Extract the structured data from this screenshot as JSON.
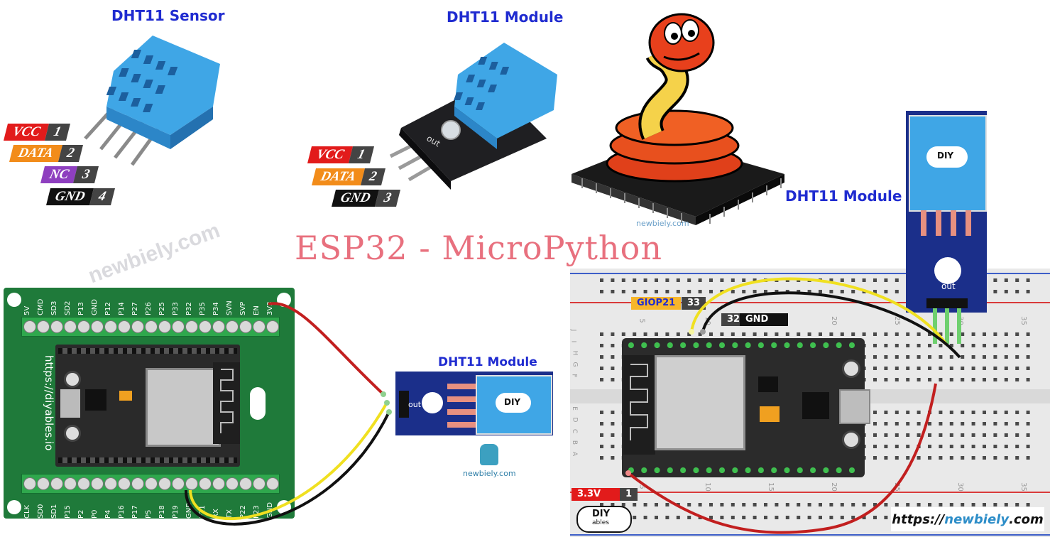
{
  "titles": {
    "sensor": "DHT11 Sensor",
    "module_top": "DHT11 Module",
    "module_right": "DHT11 Module",
    "module_mid": "DHT11 Module",
    "main": "ESP32 - MicroPython"
  },
  "sensor_pins": [
    {
      "name": "VCC",
      "num": "1",
      "color": "#e21b1b"
    },
    {
      "name": "DATA",
      "num": "2",
      "color": "#f28c1a"
    },
    {
      "name": "NC",
      "num": "3",
      "color": "#8e3fbf"
    },
    {
      "name": "GND",
      "num": "4",
      "color": "#111111"
    }
  ],
  "module_pins": [
    {
      "name": "VCC",
      "num": "1",
      "color": "#e21b1b"
    },
    {
      "name": "DATA",
      "num": "2",
      "color": "#f28c1a"
    },
    {
      "name": "GND",
      "num": "3",
      "color": "#111111"
    }
  ],
  "esp_board": {
    "top_labels": [
      "5V",
      "CMD",
      "SD3",
      "SD2",
      "P13",
      "GND",
      "P12",
      "P14",
      "P27",
      "P26",
      "P25",
      "P33",
      "P32",
      "P35",
      "P34",
      "SVN",
      "SVP",
      "EN",
      "3V3"
    ],
    "bottom_labels": [
      "CLK",
      "SD0",
      "SD1",
      "P15",
      "P2",
      "P0",
      "P4",
      "P16",
      "P17",
      "P5",
      "P18",
      "P19",
      "GND",
      "P21",
      "RX",
      "TX",
      "P22",
      "P23",
      "GND"
    ],
    "url": "https://diyables.io"
  },
  "breadboard": {
    "labels": {
      "giop": "GIOP21",
      "giop_num": "33",
      "gnd_num": "32",
      "gnd": "GND",
      "v33": "3.3V",
      "v33_num": "1"
    },
    "row_letters": [
      "J",
      "I",
      "H",
      "G",
      "F",
      "E",
      "D",
      "C",
      "B",
      "A"
    ],
    "col_numbers": [
      "5",
      "10",
      "15",
      "20",
      "25",
      "30",
      "35"
    ]
  },
  "module_text": {
    "out": "out",
    "plus": "+",
    "minus": "-"
  },
  "brand": {
    "diy": "DIY",
    "ables": "ables"
  },
  "watermarks": {
    "newbiely": "newbiely.com",
    "small": "newbiely.com"
  },
  "footer_url": {
    "prefix": "https://",
    "brand": "newbiely",
    "suffix": ".com"
  },
  "colors": {
    "title_blue": "#1f2bd0",
    "main_title": "#e8707e",
    "board_green": "#1f7a3a",
    "sensor_blue": "#3fa6e6",
    "module_navy": "#1b2f8a"
  }
}
